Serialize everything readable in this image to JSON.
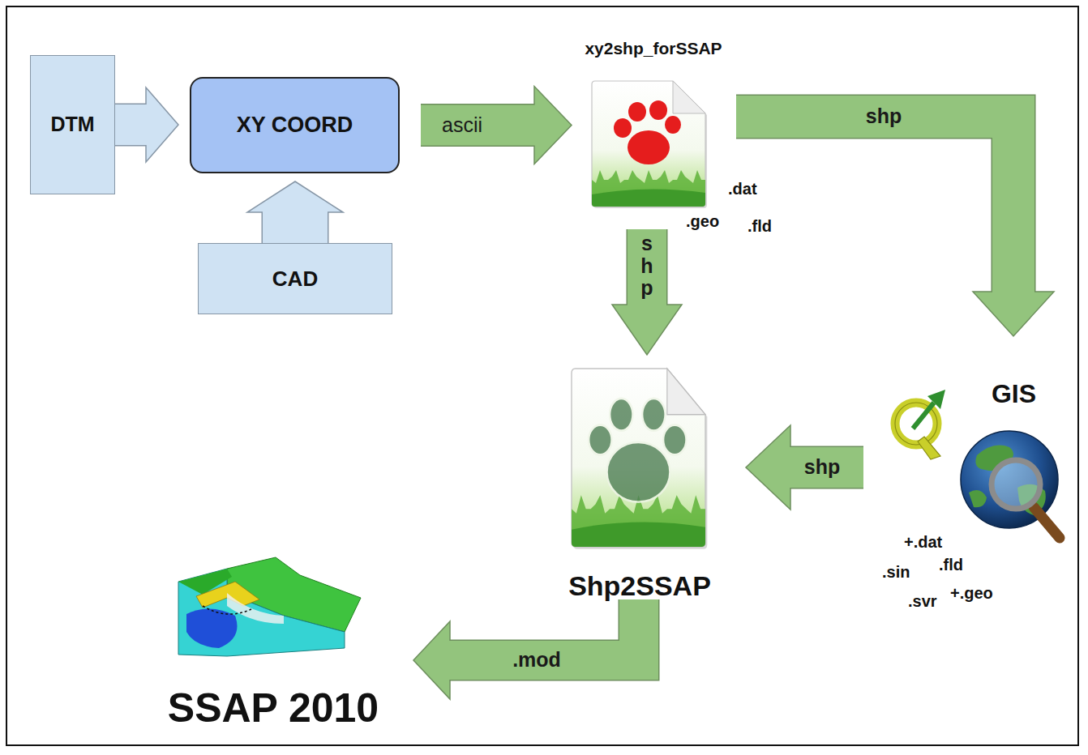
{
  "diagram": {
    "nodes": [
      {
        "text": [
          "DTM"
        ]
      },
      {
        "text": [
          "XY COORD"
        ]
      },
      {
        "text": [
          "xy2shp_forSSAP"
        ]
      },
      {
        "text": [
          "CAD"
        ]
      },
      {
        "text": [
          "GIS"
        ]
      },
      {
        "text": [
          "Shp2SSAP"
        ]
      },
      {
        "text": [
          "SSAP 2010"
        ]
      }
    ],
    "edges": [
      {
        "from": 0,
        "to": 1,
        "arrow": "to"
      },
      {
        "from": 3,
        "to": 1,
        "arrow": "to"
      },
      {
        "from": 1,
        "to": 2,
        "label": "ascii",
        "arrow": "to"
      },
      {
        "from": 2,
        "to": 4,
        "label": "shp",
        "arrow": "to"
      },
      {
        "from": 2,
        "to": 5,
        "label": "shp",
        "arrow": "to"
      },
      {
        "from": 4,
        "to": 5,
        "label": "shp",
        "arrow": "to"
      },
      {
        "from": 5,
        "to": 6,
        "label": ".mod",
        "arrow": "to"
      }
    ],
    "labels": [
      ".dat",
      ".geo",
      ".fld",
      "+.dat",
      ".sin",
      ".fld",
      ".svr",
      "+.geo"
    ]
  }
}
